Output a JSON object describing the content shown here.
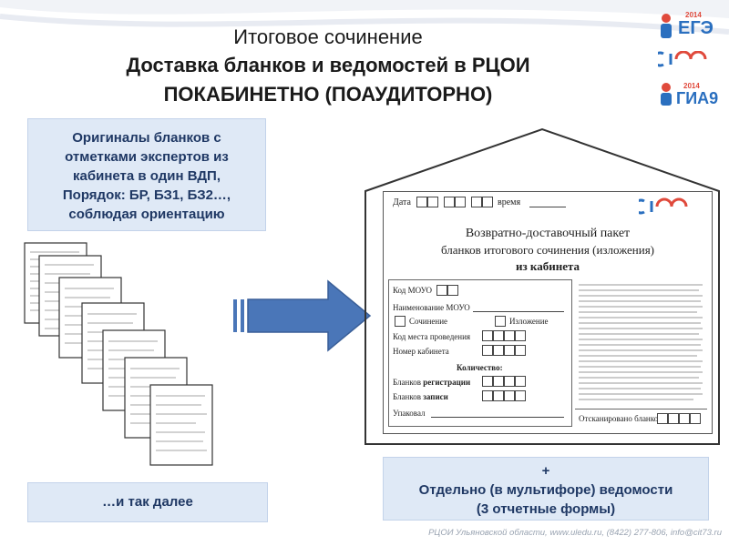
{
  "title": {
    "line1": "Итоговое сочинение",
    "line2": "Доставка бланков и ведомостей в РЦОИ",
    "line3": "ПОКАБИНЕТНО (ПОАУДИТОРНО)"
  },
  "logos": {
    "ege_year": "2014",
    "ege": "ЕГЭ",
    "gia_year": "2014",
    "gia": "ГИА9"
  },
  "box_originals": {
    "lines": [
      "Оригиналы бланков с",
      "отметками экспертов из",
      "кабинета в один ВДП,",
      "Порядок: БР, БЗ1, БЗ2…,",
      "соблюдая ориентацию"
    ]
  },
  "box_etc": {
    "text": "…и так далее"
  },
  "box_separately": {
    "plus": "+",
    "line1": "Отдельно (в мультифоре) ведомости",
    "line2": "(3 отчетные формы)"
  },
  "packet": {
    "date_label": "Дата",
    "time_label": "время",
    "title1": "Возвратно-доставочный пакет",
    "title2": "бланков итогового сочинения (изложения)",
    "title3": "из кабинета",
    "code_mouo": "Код МОУО",
    "name_mouo": "Наименование МОУО",
    "essay": "Сочинение",
    "exposition": "Изложение",
    "place_code": "Код места проведения",
    "room_number": "Номер кабинета",
    "quantity": "Количество:",
    "blanks_reg_a": "Бланков",
    "blanks_reg_b": "регистрации",
    "blanks_rec_a": "Бланков",
    "blanks_rec_b": "записи",
    "packed": "Упаковал",
    "scanned": "Отсканировано бланков"
  },
  "footer": "РЦОИ Ульяновской области, www.uledu.ru, (8422) 277-806, info@cit73.ru",
  "colors": {
    "box_bg": "#dfe9f6",
    "box_text": "#1f3864",
    "arrow": "#4a76b8"
  }
}
